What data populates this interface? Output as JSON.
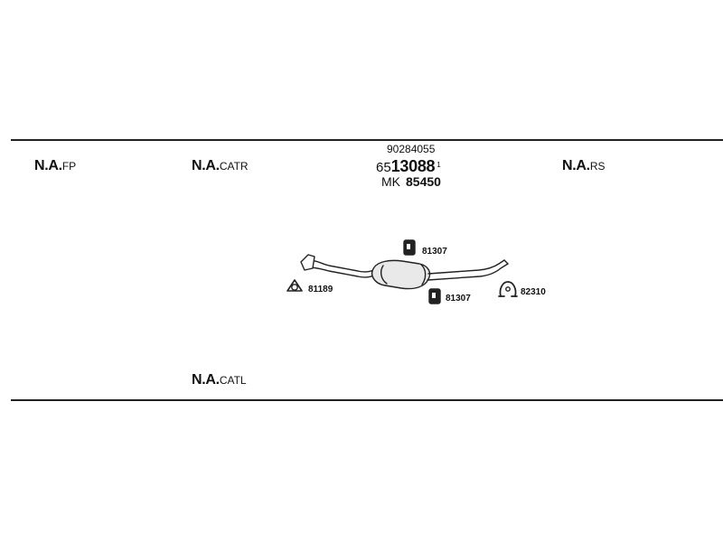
{
  "labels": {
    "fp": {
      "main": "N.A.",
      "suffix": "FP"
    },
    "catr": {
      "main": "N.A.",
      "suffix": "CATR"
    },
    "rs": {
      "main": "N.A.",
      "suffix": "RS"
    },
    "catl": {
      "main": "N.A.",
      "suffix": "CATL"
    }
  },
  "main_part": {
    "oe_number": "90284055",
    "prefix": "65",
    "number": "13088",
    "superscript": "1",
    "mk_prefix": "MK",
    "mk_number": "85450"
  },
  "components": {
    "gasket_front": "81189",
    "hanger_top": "81307",
    "hanger_bottom": "81307",
    "clamp_rear": "82310"
  },
  "colors": {
    "line": "#222222",
    "text": "#111111",
    "muffler": "#e9e9e9"
  }
}
